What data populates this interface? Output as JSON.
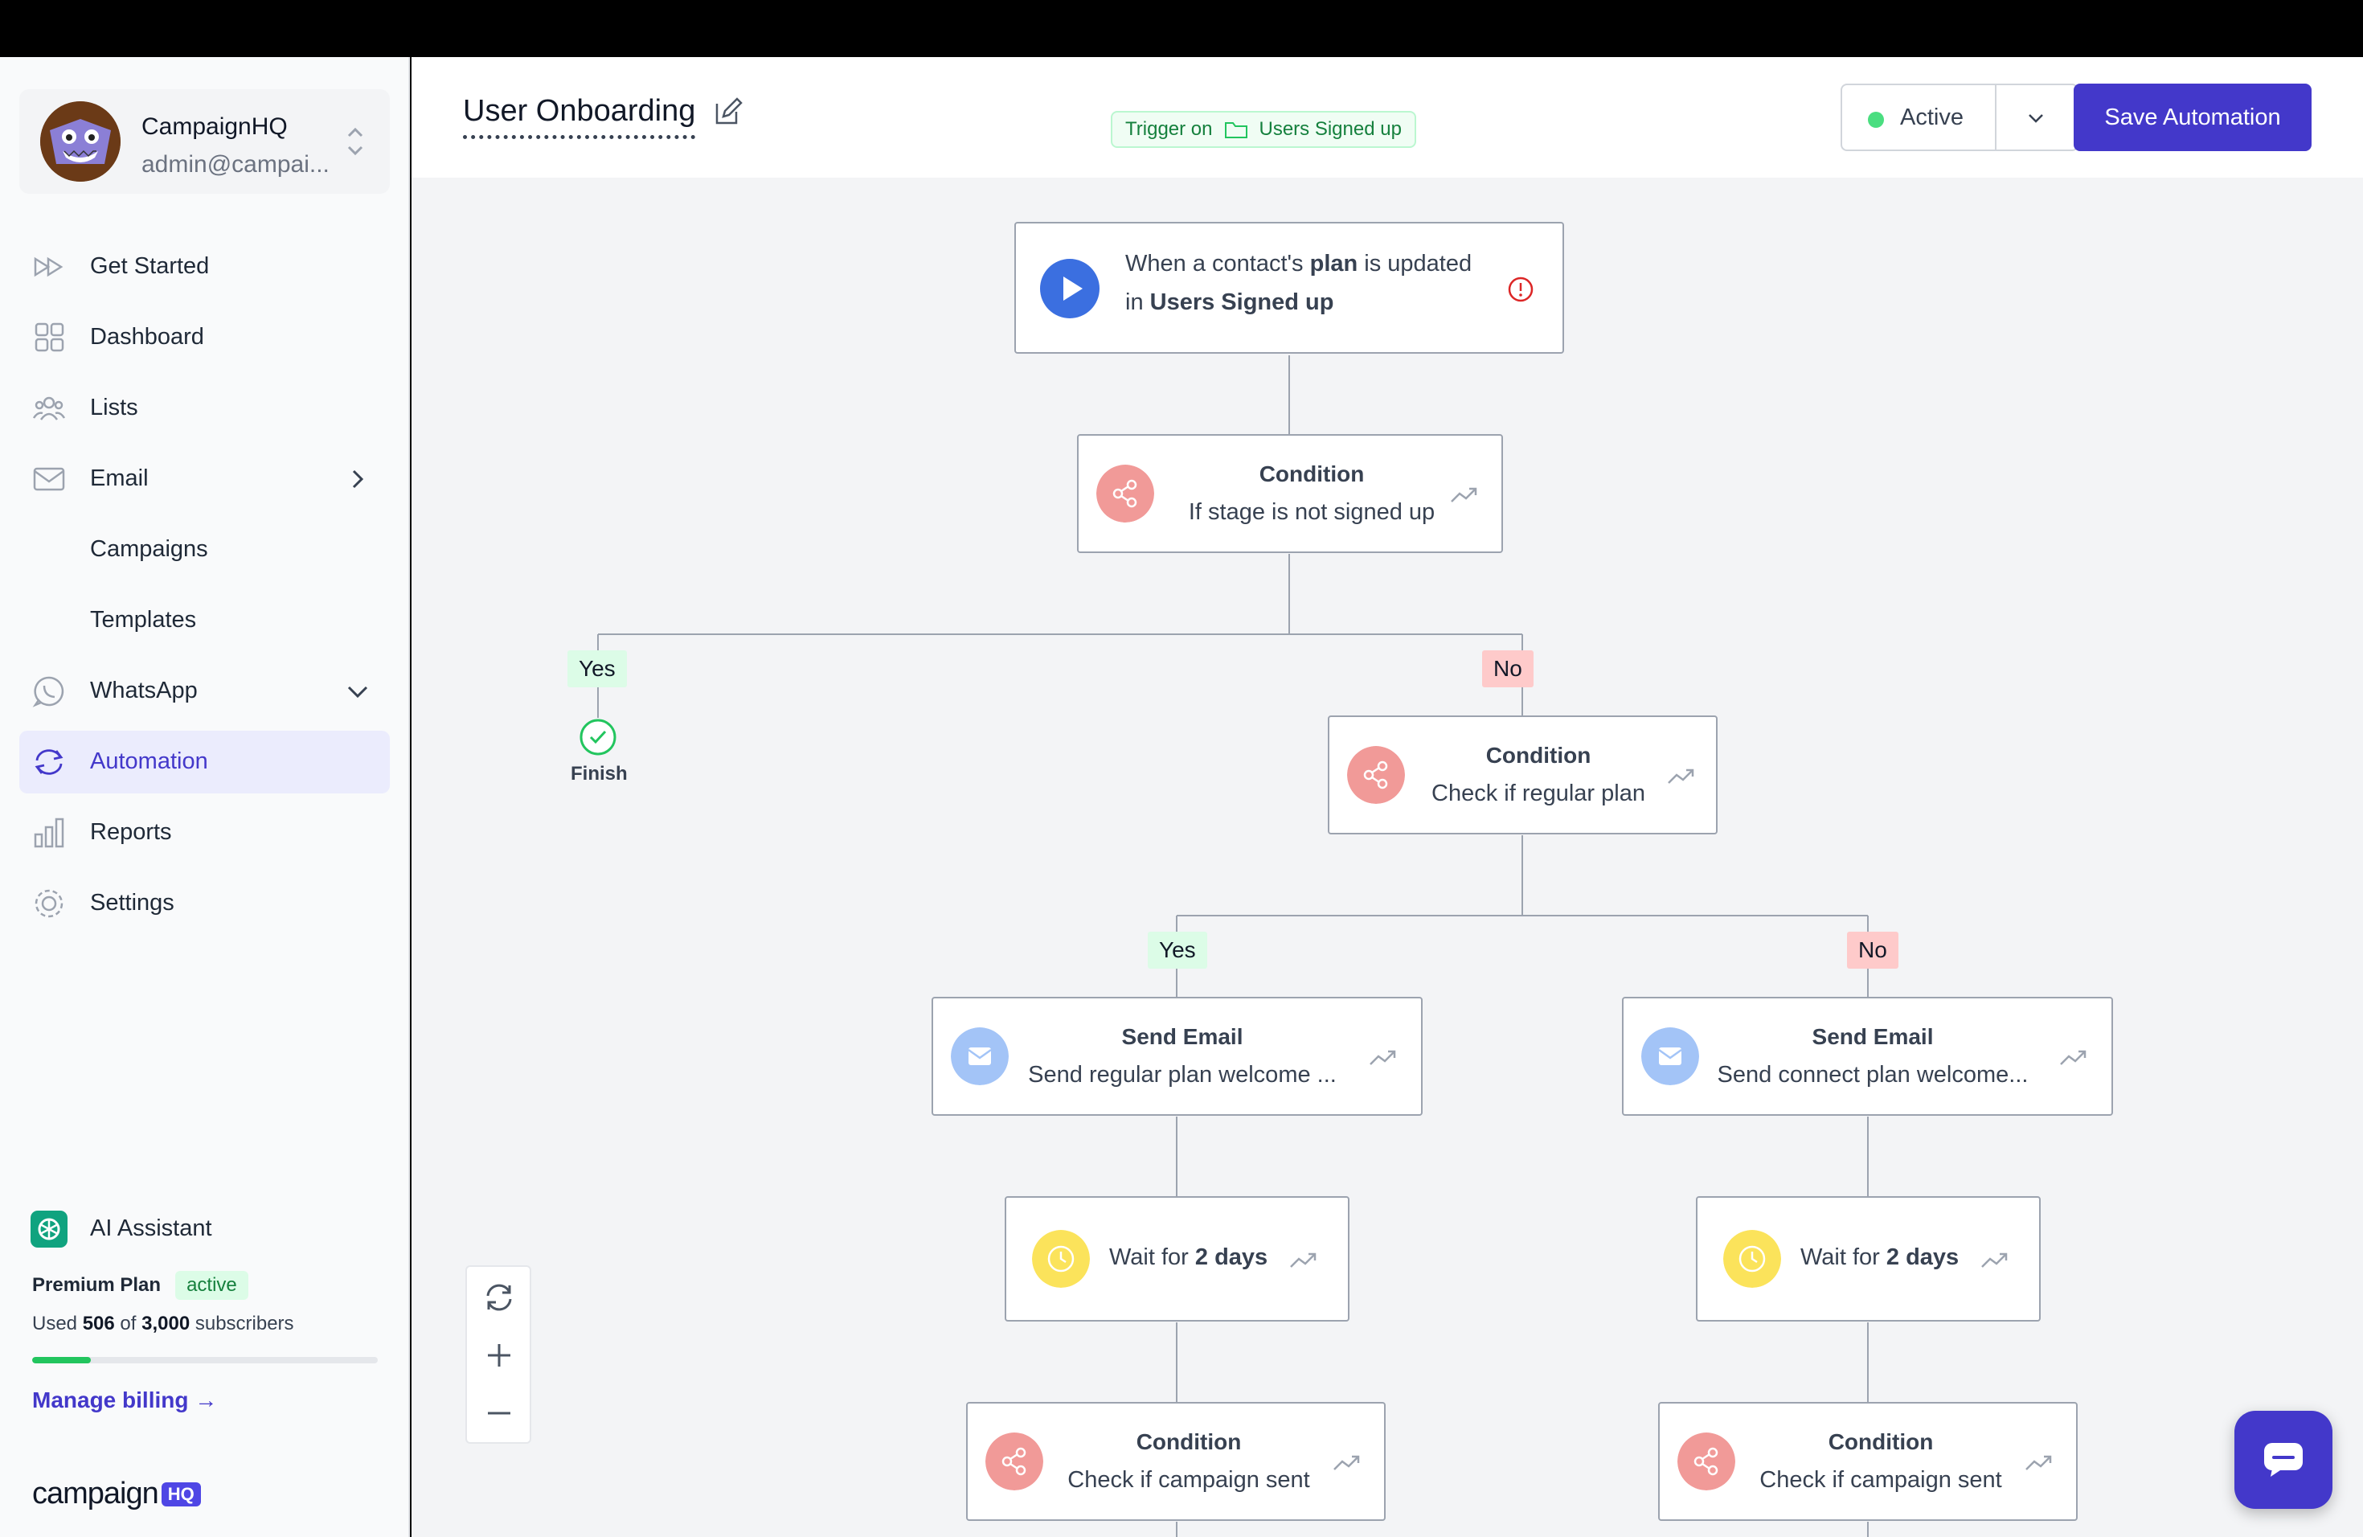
{
  "workspace": {
    "name": "CampaignHQ",
    "email": "admin@campai..."
  },
  "nav": {
    "get_started": "Get Started",
    "dashboard": "Dashboard",
    "lists": "Lists",
    "email": "Email",
    "campaigns": "Campaigns",
    "templates": "Templates",
    "whatsapp": "WhatsApp",
    "automation": "Automation",
    "reports": "Reports",
    "settings": "Settings",
    "active_item": "Automation"
  },
  "sidebar_footer": {
    "ai_assistant": "AI Assistant",
    "plan_name": "Premium Plan",
    "plan_status": "active",
    "usage_prefix": "Used",
    "usage_used": "506",
    "usage_of": "of",
    "usage_total": "3,000",
    "usage_suffix": "subscribers",
    "usage_fraction": 0.169,
    "manage_billing": "Manage billing →",
    "logo_text": "campaign",
    "logo_badge": "HQ"
  },
  "header": {
    "title": "User Onboarding",
    "trigger_label": "Trigger on",
    "trigger_list": "Users Signed up",
    "status": "Active",
    "save_label": "Save Automation"
  },
  "flow": {
    "trigger": {
      "pre": "When a contact's",
      "field": "plan",
      "mid": "is updated",
      "line2_pre": "in",
      "list": "Users Signed up"
    },
    "condition1": {
      "title": "Condition",
      "sub": "If stage is not signed up"
    },
    "branch1_yes": "Yes",
    "branch1_no": "No",
    "finish": "Finish",
    "condition2": {
      "title": "Condition",
      "sub": "Check if regular plan"
    },
    "branch2_yes": "Yes",
    "branch2_no": "No",
    "email_left": {
      "title": "Send Email",
      "sub": "Send regular plan welcome ..."
    },
    "email_right": {
      "title": "Send Email",
      "sub": "Send connect plan welcome..."
    },
    "wait_left": {
      "pre": "Wait for",
      "value": "2 days"
    },
    "wait_right": {
      "pre": "Wait for",
      "value": "2 days"
    },
    "condition_left": {
      "title": "Condition",
      "sub": "Check if campaign sent"
    },
    "condition_right": {
      "title": "Condition",
      "sub": "Check if campaign sent"
    }
  },
  "colors": {
    "accent": "#4338ca",
    "active_nav_bg": "#ebecfd",
    "condition_icon": "#f19a98",
    "email_icon": "#a3c4f7",
    "wait_icon": "#fbe35b",
    "trigger_icon": "#3b6fe0",
    "yes_tag": "#dcfce7",
    "no_tag": "#fecaca"
  }
}
